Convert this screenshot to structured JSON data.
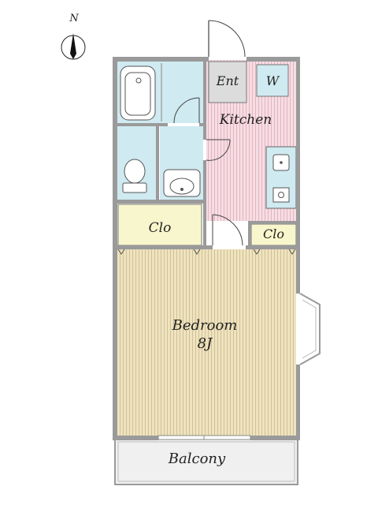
{
  "compass": {
    "letter": "N"
  },
  "rooms": {
    "entrance": "Ent",
    "washer": "W",
    "kitchen": "Kitchen",
    "closet_main": "Clo",
    "closet_small": "Clo",
    "bedroom": "Bedroom",
    "bedroom_size": "8J",
    "balcony": "Balcony"
  },
  "colors": {
    "wall": "#9a9a9a",
    "bathroom": "#cfeaf0",
    "kitchen": "#f6dde4",
    "closet": "#f8f6cc",
    "bedroom": "#efe3bf",
    "entrance": "#dcdcdc",
    "balcony": "#f0f0f0"
  }
}
